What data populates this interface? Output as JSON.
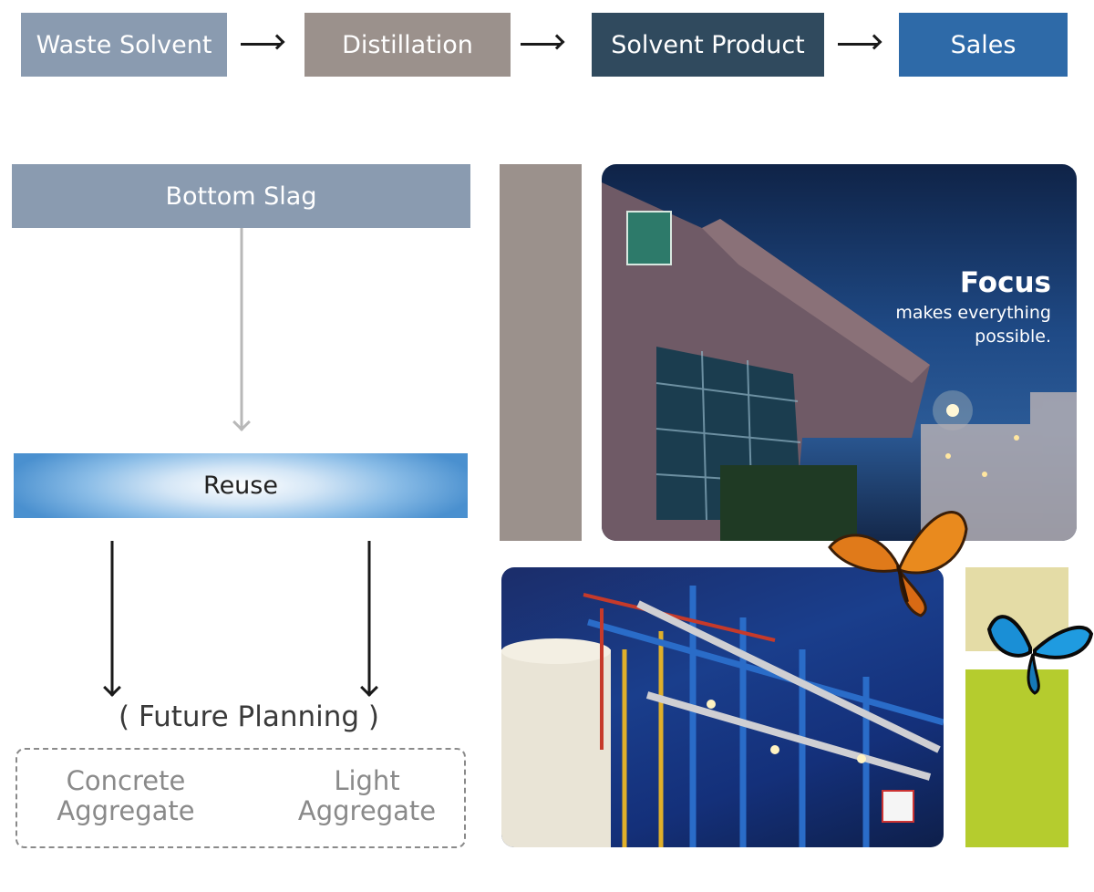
{
  "flow": {
    "steps": [
      {
        "label": "Waste Solvent",
        "color": "#8a9bb0"
      },
      {
        "label": "Distillation",
        "color": "#9b918c"
      },
      {
        "label": "Solvent Product",
        "color": "#304a5e"
      },
      {
        "label": "Sales",
        "color": "#2e6aa8"
      }
    ]
  },
  "slag": {
    "title": "Bottom Slag",
    "reuse": "Reuse",
    "future": "( Future Planning )",
    "options": [
      "Concrete\nAggregate",
      "Light\nAggregate"
    ]
  },
  "photo": {
    "heading": "Focus",
    "tagline_line1": "makes everything",
    "tagline_line2": "possible."
  },
  "colors": {
    "slag_box": "#8a9bb0",
    "reuse_edge": "#4a90cf",
    "grey_bar": "#9b918c",
    "khaki": "#e4dca6",
    "lime": "#b5cc2e",
    "connector_grey": "#b8b8b8",
    "connector_dark": "#1a1a1a"
  }
}
